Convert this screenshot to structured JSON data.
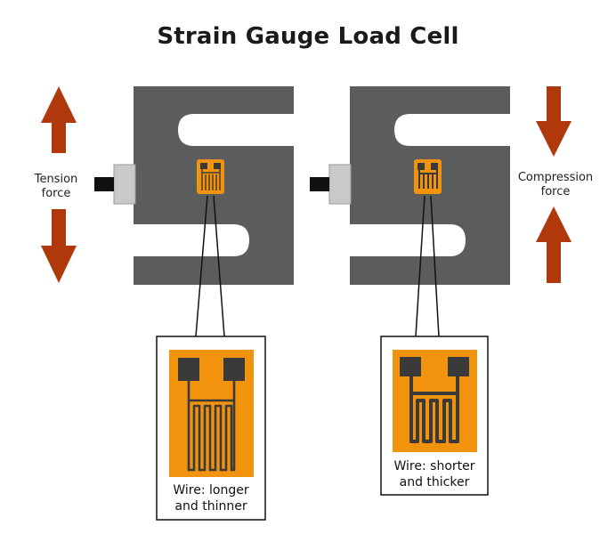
{
  "title": "Strain Gauge Load Cell",
  "left": {
    "force_label_line1": "Tension",
    "force_label_line2": "force",
    "caption_line1": "Wire: longer",
    "caption_line2": "and thinner"
  },
  "right": {
    "force_label_line1": "Compression",
    "force_label_line2": "force",
    "caption_line1": "Wire: shorter",
    "caption_line2": "and thicker"
  },
  "colors": {
    "body": "#5b5c5e",
    "gauge": "#f2930e",
    "gauge_dark": "#3a3a3a",
    "arrow": "#b0390b",
    "connector": "#c9c9c9"
  }
}
